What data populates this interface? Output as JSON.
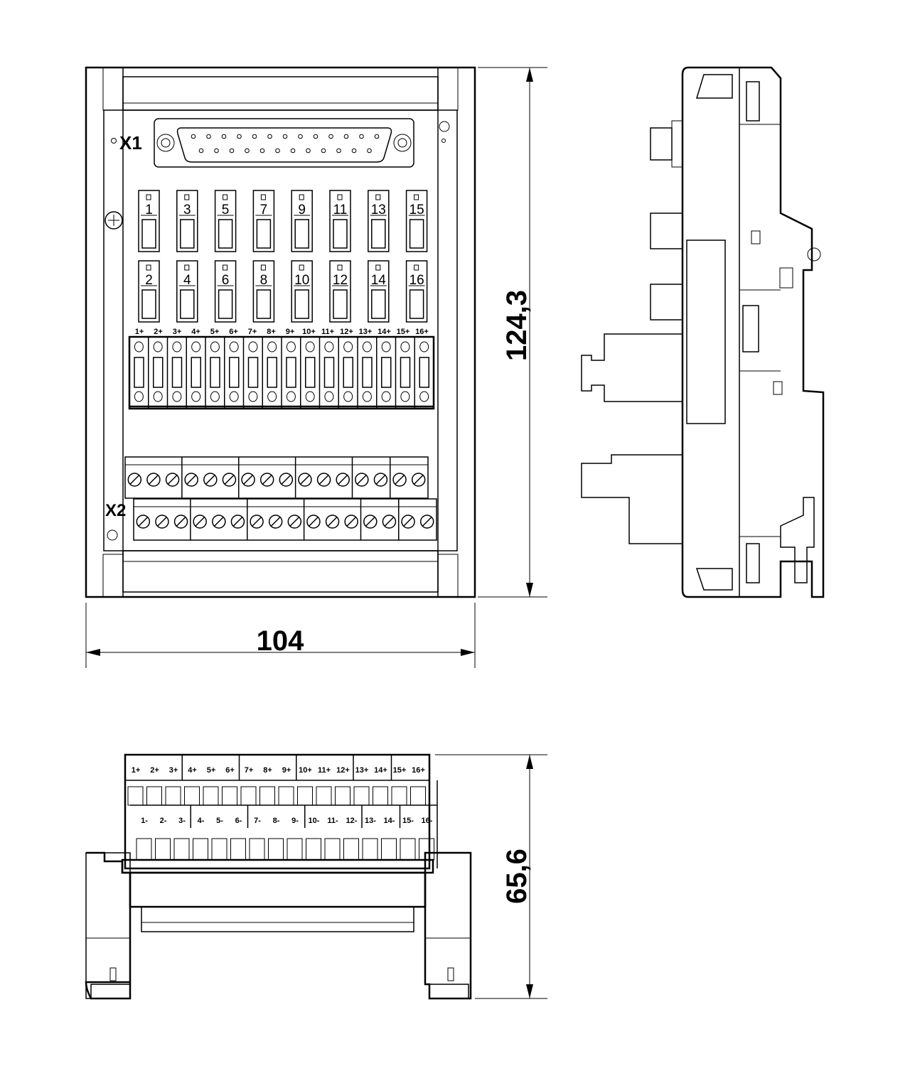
{
  "labels": {
    "connector_x1": "X1",
    "connector_x2": "X2"
  },
  "dimensions": {
    "width": "104",
    "height": "124,3",
    "depth": "65,6"
  },
  "channels_top": [
    "1",
    "3",
    "5",
    "7",
    "9",
    "11",
    "13",
    "15"
  ],
  "channels_bottom": [
    "2",
    "4",
    "6",
    "8",
    "10",
    "12",
    "14",
    "16"
  ],
  "plus_labels": [
    "1+",
    "2+",
    "3+",
    "4+",
    "5+",
    "6+",
    "7+",
    "8+",
    "9+",
    "10+",
    "11+",
    "12+",
    "13+",
    "14+",
    "15+",
    "16+"
  ],
  "minus_labels": [
    "1-",
    "2-",
    "3-",
    "4-",
    "5-",
    "6-",
    "7-",
    "8-",
    "9-",
    "10-",
    "11-",
    "12-",
    "13-",
    "14-",
    "15-",
    "16-"
  ]
}
